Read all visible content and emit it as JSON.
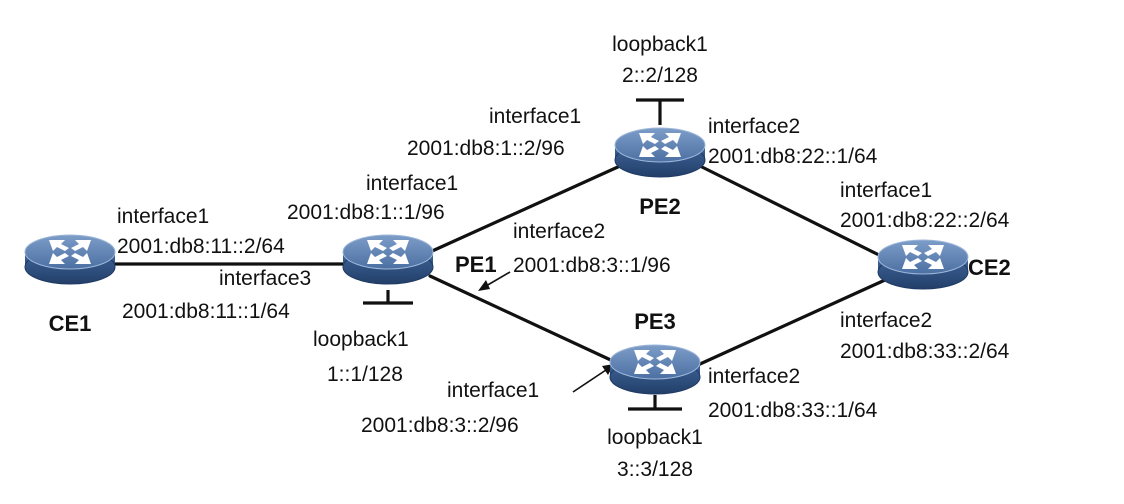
{
  "devices": {
    "ce1": {
      "name": "CE1"
    },
    "pe1": {
      "name": "PE1"
    },
    "pe2": {
      "name": "PE2"
    },
    "pe3": {
      "name": "PE3"
    },
    "ce2": {
      "name": "CE2"
    }
  },
  "labels": {
    "ce1_if1": {
      "name": "interface1",
      "addr": "2001:db8:11::2/64"
    },
    "pe1_if3": {
      "name": "interface3",
      "addr": "2001:db8:11::1/64"
    },
    "pe1_if1": {
      "name": "interface1",
      "addr": "2001:db8:1::1/96"
    },
    "pe1_if2": {
      "name": "interface2",
      "addr": "2001:db8:3::1/96"
    },
    "pe1_lo1": {
      "name": "loopback1",
      "addr": "1::1/128"
    },
    "pe2_lo1": {
      "name": "loopback1",
      "addr": "2::2/128"
    },
    "pe2_if1": {
      "name": "interface1",
      "addr": "2001:db8:1::2/96"
    },
    "pe2_if2": {
      "name": "interface2",
      "addr": "2001:db8:22::1/64"
    },
    "ce2_if1": {
      "name": "interface1",
      "addr": "2001:db8:22::2/64"
    },
    "ce2_if2": {
      "name": "interface2",
      "addr": "2001:db8:33::2/64"
    },
    "pe3_if1": {
      "name": "interface1",
      "addr": "2001:db8:3::2/96"
    },
    "pe3_if2": {
      "name": "interface2",
      "addr": "2001:db8:33::1/64"
    },
    "pe3_lo1": {
      "name": "loopback1",
      "addr": "3::3/128"
    }
  },
  "colors": {
    "router_top": "#5b7fae",
    "router_body": "#3a5f92",
    "router_dark": "#2a4775",
    "link": "#111111",
    "text": "#111111"
  },
  "icons": {
    "router": "router-icon",
    "arrow": "annotation-arrow-icon"
  }
}
